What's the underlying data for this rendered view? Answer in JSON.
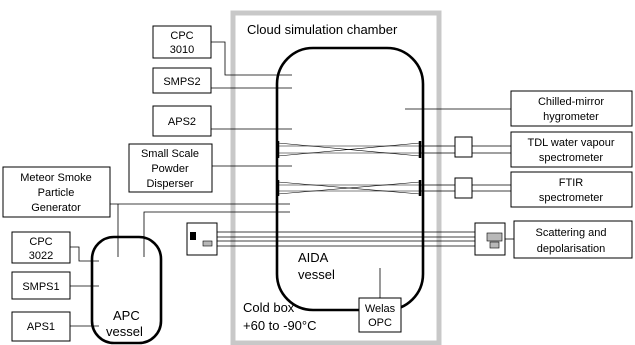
{
  "chamber": {
    "title": "Cloud simulation chamber",
    "cold_box": [
      "Cold box",
      "+60 to -90°C"
    ],
    "aida_vessel": [
      "AIDA",
      "vessel"
    ],
    "apc_vessel": [
      "APC",
      "vessel"
    ],
    "chamber_wall_color": "#c8c8c8"
  },
  "left_instruments": {
    "cpc3010": [
      "CPC",
      "3010"
    ],
    "smps2": [
      "SMPS2"
    ],
    "aps2": [
      "APS2"
    ],
    "powder_disperser": [
      "Small Scale",
      "Powder",
      "Disperser"
    ],
    "meteor_smoke": [
      "Meteor Smoke",
      "Particle",
      "Generator"
    ],
    "cpc3022": [
      "CPC",
      "3022"
    ],
    "smps1": [
      "SMPS1"
    ],
    "aps1": [
      "APS1"
    ]
  },
  "right_instruments": {
    "hygrometer": [
      "Chilled-mirror",
      "hygrometer"
    ],
    "tdl": [
      "TDL water vapour",
      "spectrometer"
    ],
    "ftir": [
      "FTIR",
      "spectrometer"
    ],
    "scattering": [
      "Scattering and",
      "depolarisation"
    ]
  },
  "bottom_instruments": {
    "welas": [
      "Welas",
      "OPC"
    ]
  }
}
